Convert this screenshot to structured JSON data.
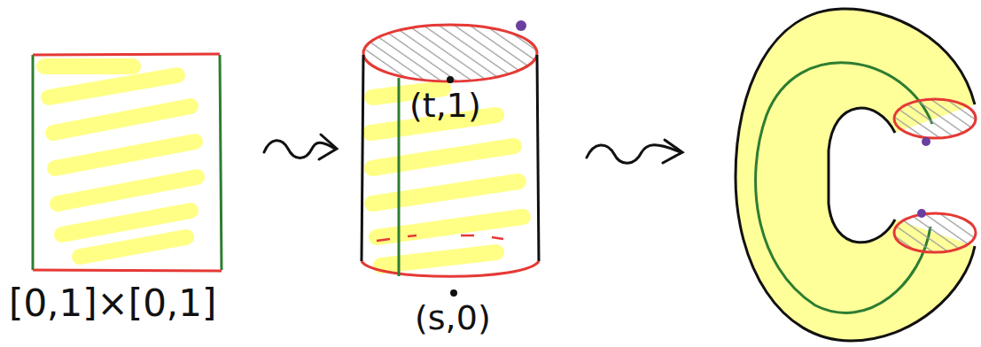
{
  "diagram": {
    "labels": [
      "[0,1]×[0,1]",
      "(t,1)",
      "(s,0)"
    ]
  }
}
